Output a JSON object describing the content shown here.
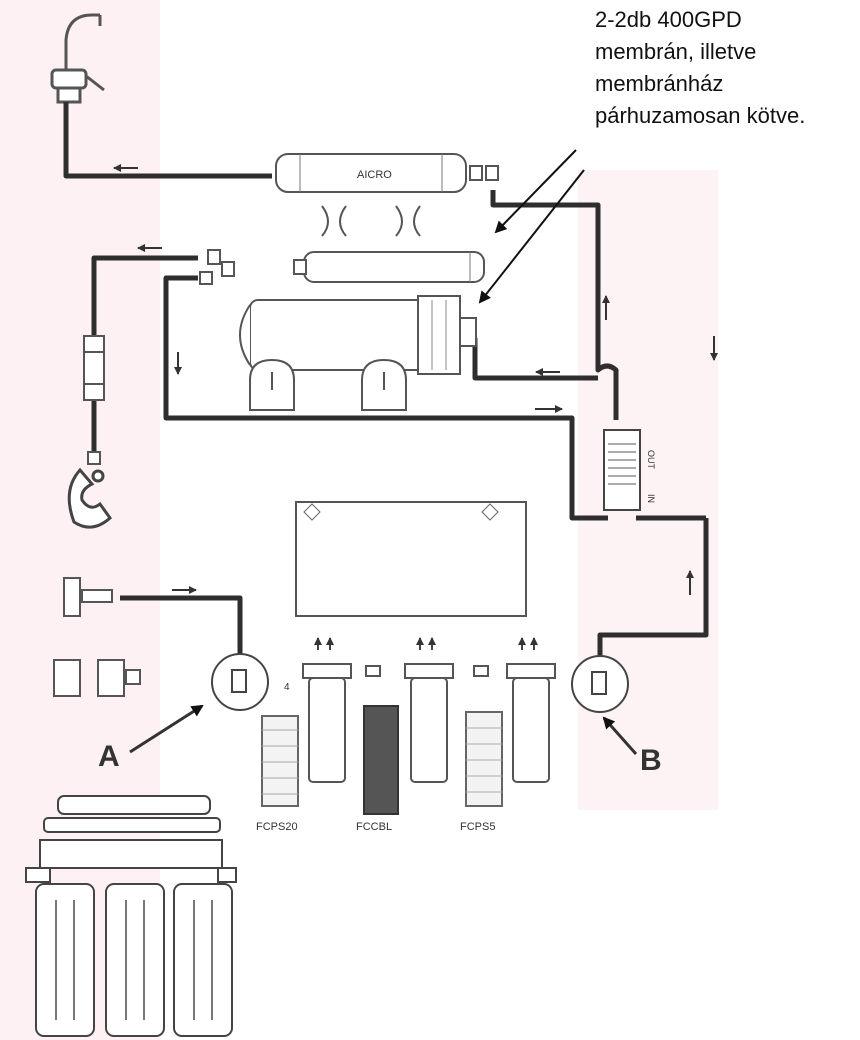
{
  "annotation": {
    "lines": [
      "2-2db 400GPD",
      "membrán, illetve",
      "membránház",
      "párhuzamosan kötve."
    ]
  },
  "labels": {
    "inline_filter": "AICRO",
    "point_a": "A",
    "point_b": "B",
    "stage_number": "4",
    "cartridge_1": "FCPS20",
    "cartridge_2": "FCCBL",
    "cartridge_3": "FCPS5",
    "port_in": "IN",
    "port_out": "OUT"
  },
  "colors": {
    "tube": "#2e2e2e",
    "outline": "#555555",
    "arrow": "#111111"
  }
}
